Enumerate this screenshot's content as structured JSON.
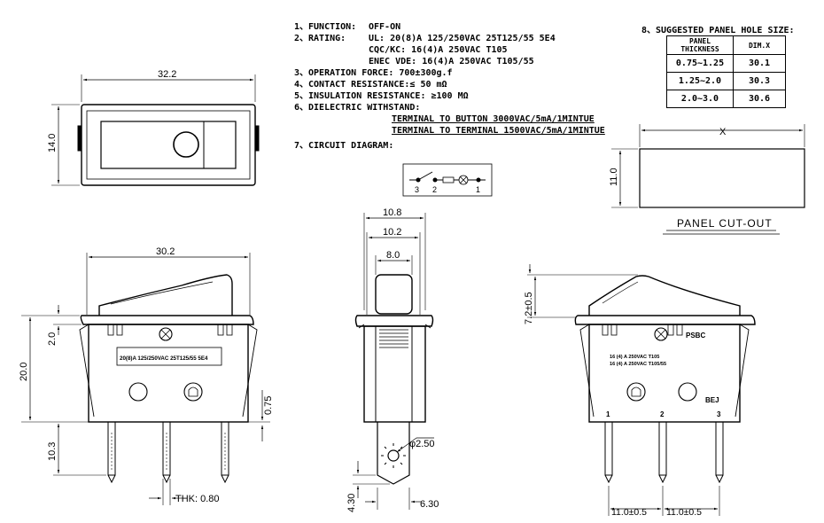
{
  "specs": {
    "function": {
      "label": "1、FUNCTION:",
      "value": "OFF-ON"
    },
    "rating": {
      "label": "2、RATING:",
      "lines": [
        "UL: 20(8)A 125/250VAC 25T125/55 5E4",
        "CQC/KC: 16(4)A 250VAC T105",
        "ENEC VDE: 16(4)A 250VAC T105/55"
      ]
    },
    "force": "3、OPERATION FORCE: 700±300g.f",
    "contact": "4、CONTACT RESISTANCE:≤ 50 mΩ",
    "insulation": "5、INSULATION RESISTANCE: ≥100 MΩ",
    "dielectric": "6、DIELECTRIC WITHSTAND:",
    "terminal_button": "TERMINAL TO BUTTON 3000VAC/5mA/1MINTUE",
    "terminal_terminal": "TERMINAL TO TERMINAL 1500VAC/5mA/1MINTUE",
    "circuit": "7、CIRCUIT DIAGRAM:"
  },
  "circuit": {
    "pins": [
      "3",
      "2",
      "1"
    ]
  },
  "panel_hole": {
    "title": "8、SUGGESTED PANEL HOLE SIZE:",
    "headers": [
      "PANEL THICKNESS",
      "DIM.X"
    ],
    "rows": [
      [
        "0.75~1.25",
        "30.1"
      ],
      [
        "1.25~2.0",
        "30.3"
      ],
      [
        "2.0~3.0",
        "30.6"
      ]
    ]
  },
  "cutout": {
    "x_label": "X",
    "height": "11.0",
    "caption": "PANEL CUT-OUT"
  },
  "top_view": {
    "width": "32.2",
    "height": "14.0"
  },
  "front_view": {
    "width": "30.2",
    "height": "20.0",
    "flange": "2.0",
    "pin_len": "10.3",
    "pin_gap": "0.75",
    "thk": "THK: 0.80",
    "label": "20(8)A 125/250VAC 25T125/55 5E4"
  },
  "side_view": {
    "w1": "10.8",
    "w2": "10.2",
    "w3": "8.0",
    "hole": "φ2.50",
    "tab_h": "4.30",
    "tab_w": "6.30"
  },
  "back_view": {
    "height": "7.2±0.5",
    "pitch1": "11.0±0.5",
    "pitch2": "11.0±0.5",
    "brand": "PSBC",
    "line1": "16 (4) A 250VAC T105",
    "line2": "16 (4) A 250VAC T105/55",
    "code": "BEJ",
    "pins": [
      "1",
      "2",
      "3"
    ]
  }
}
